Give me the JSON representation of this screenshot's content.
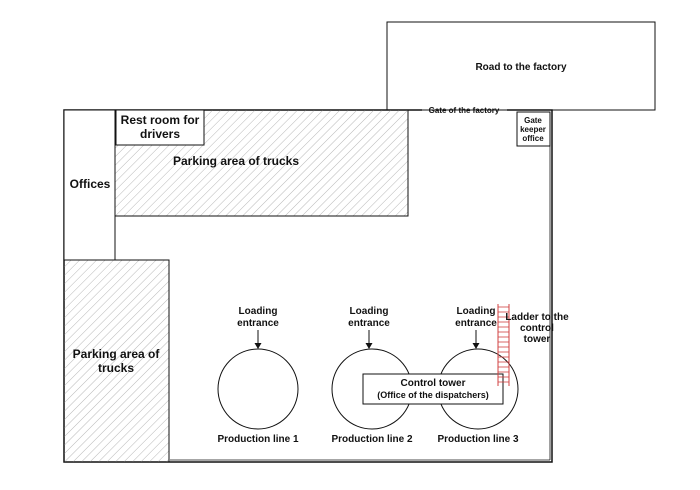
{
  "labels": {
    "road": "Road to the factory",
    "gate": "Gate of the factory",
    "gatekeeper": [
      "Gate",
      "keeper",
      "office"
    ],
    "restroom": [
      "Rest room for",
      "drivers"
    ],
    "parking_top": "Parking area of trucks",
    "offices": "Offices",
    "parking_left": [
      "Parking area of",
      "trucks"
    ],
    "loading_entrance": [
      "Loading",
      "entrance"
    ],
    "production_lines": [
      "Production line 1",
      "Production line 2",
      "Production line 3"
    ],
    "control_tower": [
      "Control tower",
      "(Office of the dispatchers)"
    ],
    "ladder": [
      "Ladder to the",
      "control",
      "tower"
    ]
  },
  "colors": {
    "line": "#111111",
    "hatch": "#b8b8b8",
    "ladder_rungs": "#d04040",
    "background": "#ffffff"
  }
}
